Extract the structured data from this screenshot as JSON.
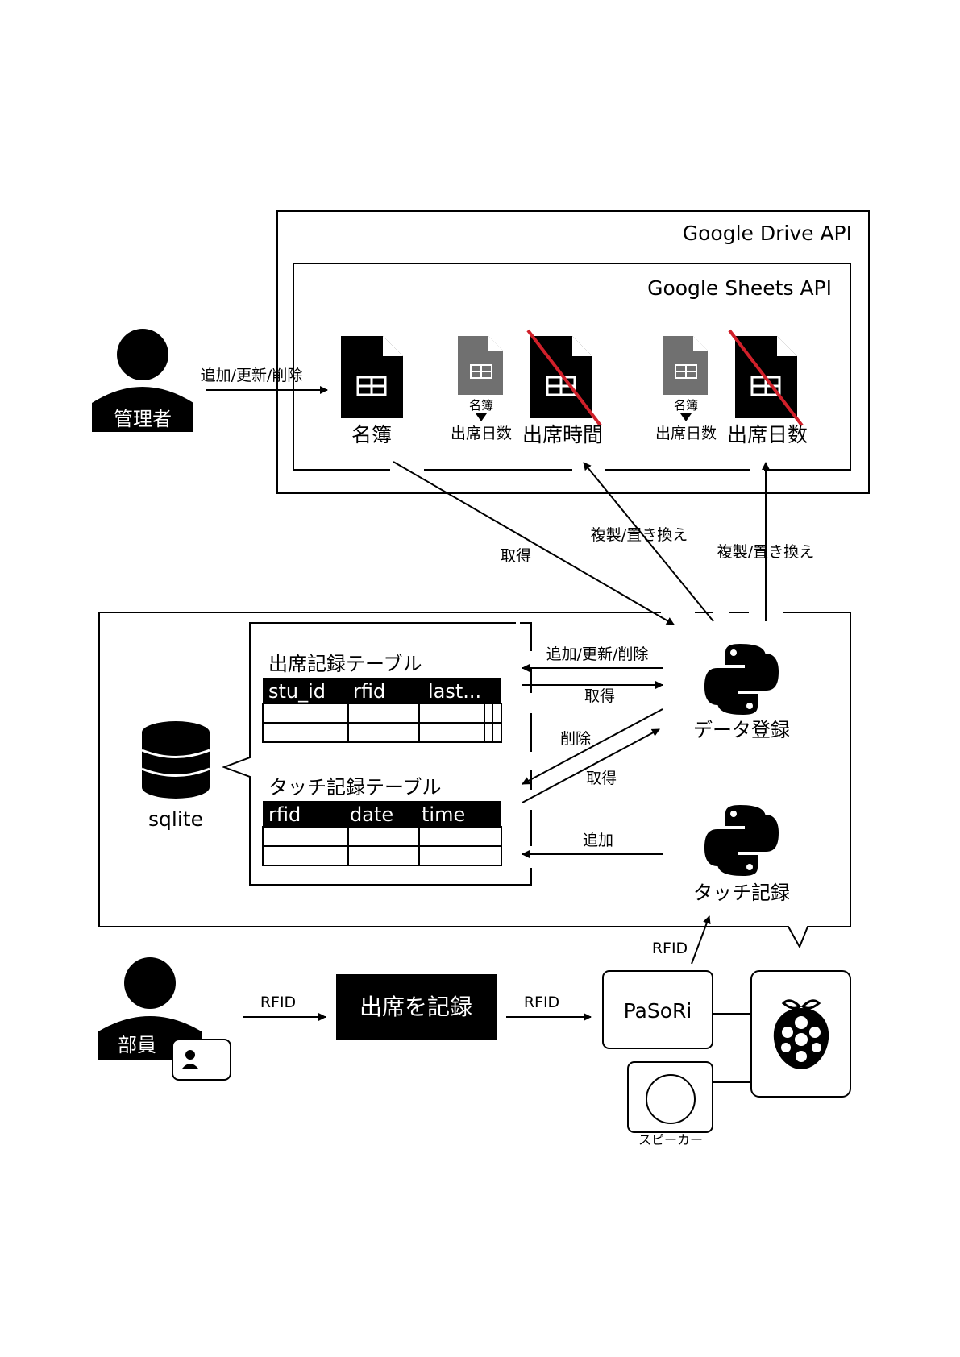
{
  "drive_api": {
    "title": "Google Drive API"
  },
  "sheets_api": {
    "title": "Google Sheets API"
  },
  "actors": {
    "admin": {
      "label": "管理者"
    },
    "member": {
      "label": "部員"
    }
  },
  "sheets": {
    "roster": {
      "label": "名簿"
    },
    "copy1": {
      "src": "名簿",
      "dst": "出席日数",
      "replaced_label": "出席時間"
    },
    "copy2": {
      "src": "名簿",
      "dst": "出席日数",
      "replaced_label": "出席日数"
    }
  },
  "edges": {
    "admin_edit": "追加/更新/削除",
    "fetch_roster": "取得",
    "copy_replace_1": "複製/置き換え",
    "copy_replace_2": "複製/置き換え",
    "db_edit": "追加/更新/削除",
    "db_fetch": "取得",
    "touch_delete": "削除",
    "touch_fetch": "取得",
    "touch_add": "追加",
    "rfid_pasori": "RFID",
    "rfid_member": "RFID",
    "rfid_record": "RFID"
  },
  "db": {
    "label": "sqlite",
    "attendance_table": {
      "title": "出席記録テーブル",
      "columns": [
        "stu_id",
        "rfid",
        "last..."
      ]
    },
    "touch_table": {
      "title": "タッチ記録テーブル",
      "columns": [
        "rfid",
        "date",
        "time"
      ]
    }
  },
  "scripts": {
    "data_register": {
      "label": "データ登録"
    },
    "touch_record": {
      "label": "タッチ記録"
    }
  },
  "hardware": {
    "record_box": "出席を記録",
    "pasori": "PaSoRi",
    "speaker": "スピーカー"
  },
  "colors": {
    "strike": "#d0202a",
    "sheet_gray": "#707070",
    "ink": "#000000"
  }
}
